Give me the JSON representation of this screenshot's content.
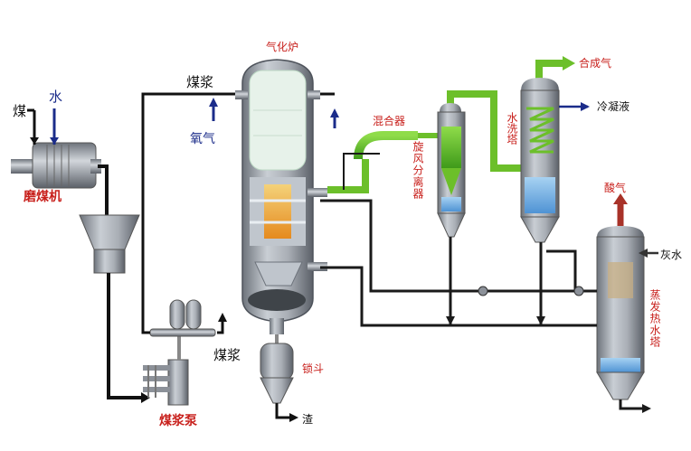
{
  "labels": {
    "coal": "煤",
    "water": "水",
    "coal_mill": "磨煤机",
    "coal_slurry_top": "煤浆",
    "oxygen": "氧气",
    "gasifier": "气化炉",
    "mixer": "混合器",
    "cyclone": "旋风分离器",
    "wash_tower": "水洗塔",
    "syngas": "合成气",
    "condensate": "冷凝液",
    "acid_gas": "酸气",
    "grey_water": "灰水",
    "evaporator": "蒸发热水塔",
    "lock_hopper": "锁斗",
    "slag": "渣",
    "coal_slurry_bottom": "煤浆",
    "slurry_pump": "煤浆泵"
  },
  "colors": {
    "vessel": "#9aa0a8",
    "vessel_dark": "#5b6068",
    "green_pipe": "#6cbf2a",
    "black_pipe": "#1a1a1a",
    "water_fill": "#7fb8e8",
    "coal_pipe_blue": "#1b2c8a",
    "label_red": "#c8201c"
  }
}
